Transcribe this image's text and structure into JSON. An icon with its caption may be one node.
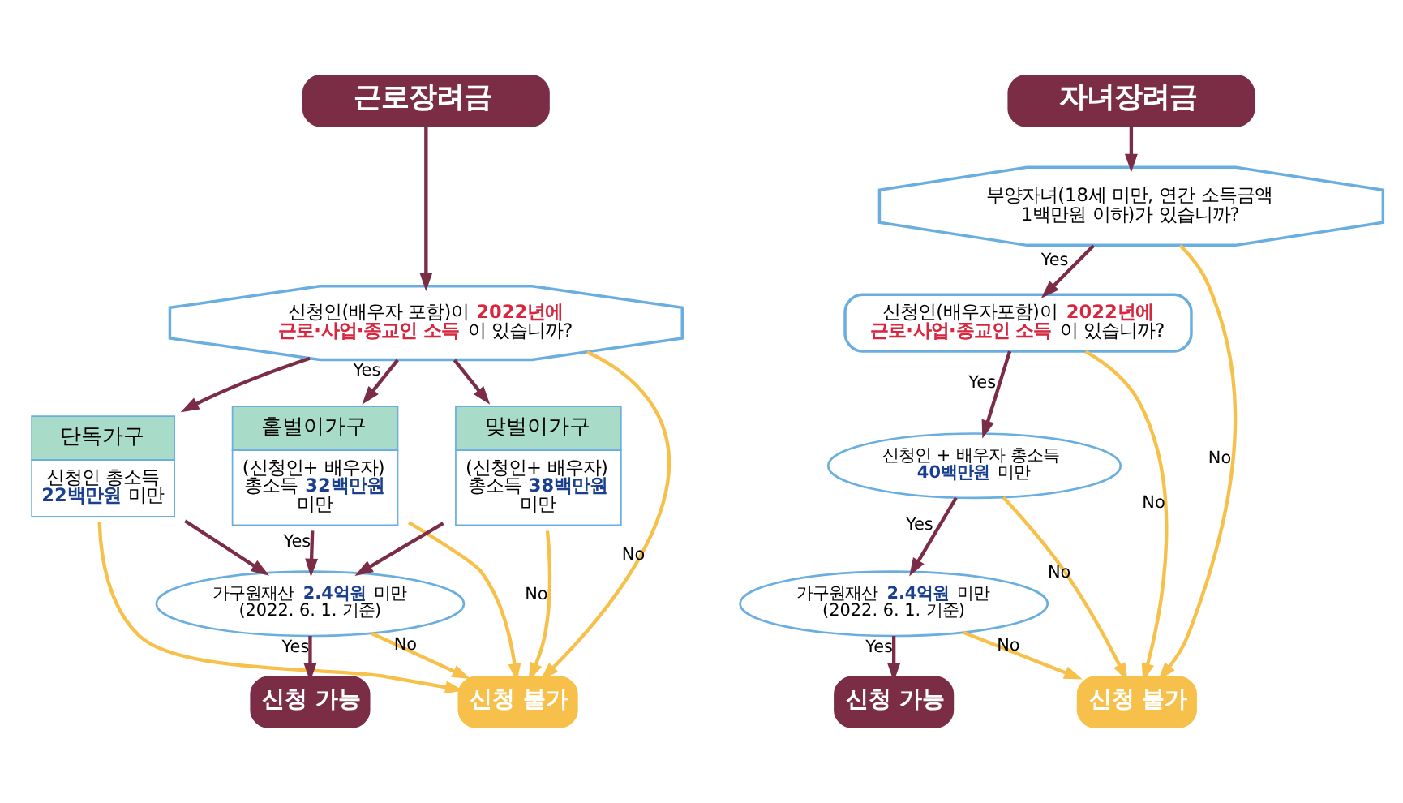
{
  "diagram": {
    "nodes": [
      {
        "text": [
          "근로장려금"
        ]
      },
      {
        "text": [
          "신청인(배우자 포함)이 **2022년에 근로·사업·종교인 소득**이 있습니까?"
        ]
      },
      {
        "text": [
          "단독가구",
          "신청인 총소득 **22백만원** 미만"
        ]
      },
      {
        "text": [
          "홑벌이가구",
          "(신청인+ 배우자) 총소득 **32백만원** 미만"
        ]
      },
      {
        "text": [
          "맞벌이가구",
          "(신청인+ 배우자) 총소득 **38백만원** 미만"
        ]
      },
      {
        "text": [
          "가구원재산 **2.4억원** 미만 (2022. 6. 1. 기준)"
        ]
      },
      {
        "text": [
          "신청 가능"
        ]
      },
      {
        "text": [
          "신청 불가"
        ]
      },
      {
        "text": [
          "자녀장려금"
        ]
      },
      {
        "text": [
          "부양자녀(18세 미만, 연간 소득금액 1백만원 이하)가 있습니까?"
        ]
      },
      {
        "text": [
          "신청인(배우자포함)이 **2022년에 근로·사업·종교인 소득**이 있습니까?"
        ]
      },
      {
        "text": [
          "신청인 + 배우자 총소득 **40백만원** 미만"
        ]
      },
      {
        "text": [
          "가구원재산 **2.4억원** 미만 (2022. 6. 1. 기준)"
        ]
      },
      {
        "text": [
          "신청 가능"
        ]
      },
      {
        "text": [
          "신청 불가"
        ]
      }
    ],
    "edges": [
      {
        "from": 0,
        "to": 1,
        "arrow": "to"
      },
      {
        "from": 1,
        "to": 2,
        "arrow": "to"
      },
      {
        "from": 1,
        "to": 3,
        "arrow": "to",
        "label": "Yes"
      },
      {
        "from": 1,
        "to": 4,
        "arrow": "to"
      },
      {
        "from": 1,
        "to": 7,
        "arrow": "to",
        "label": "No",
        "color": "#f7c04a"
      },
      {
        "from": 2,
        "to": 5,
        "arrow": "to"
      },
      {
        "from": 3,
        "to": 5,
        "arrow": "to",
        "label": "Yes"
      },
      {
        "from": 4,
        "to": 5,
        "arrow": "to"
      },
      {
        "from": 2,
        "to": 7,
        "arrow": "to",
        "color": "#f7c04a"
      },
      {
        "from": 3,
        "to": 7,
        "arrow": "to",
        "color": "#f7c04a"
      },
      {
        "from": 4,
        "to": 7,
        "arrow": "to",
        "label": "No",
        "color": "#f7c04a"
      },
      {
        "from": 5,
        "to": 6,
        "arrow": "to",
        "label": "Yes"
      },
      {
        "from": 5,
        "to": 7,
        "arrow": "to",
        "label": "No",
        "color": "#f7c04a"
      },
      {
        "from": 8,
        "to": 9,
        "arrow": "to"
      },
      {
        "from": 9,
        "to": 10,
        "arrow": "to",
        "label": "Yes"
      },
      {
        "from": 9,
        "to": 14,
        "arrow": "to",
        "label": "No",
        "color": "#f7c04a"
      },
      {
        "from": 10,
        "to": 11,
        "arrow": "to",
        "label": "Yes"
      },
      {
        "from": 10,
        "to": 14,
        "arrow": "to",
        "label": "No",
        "color": "#f7c04a"
      },
      {
        "from": 11,
        "to": 12,
        "arrow": "to",
        "label": "Yes"
      },
      {
        "from": 11,
        "to": 14,
        "arrow": "to",
        "label": "No",
        "color": "#f7c04a"
      },
      {
        "from": 12,
        "to": 13,
        "arrow": "to",
        "label": "Yes"
      },
      {
        "from": 12,
        "to": 14,
        "arrow": "to",
        "label": "No",
        "color": "#f7c04a"
      }
    ]
  }
}
